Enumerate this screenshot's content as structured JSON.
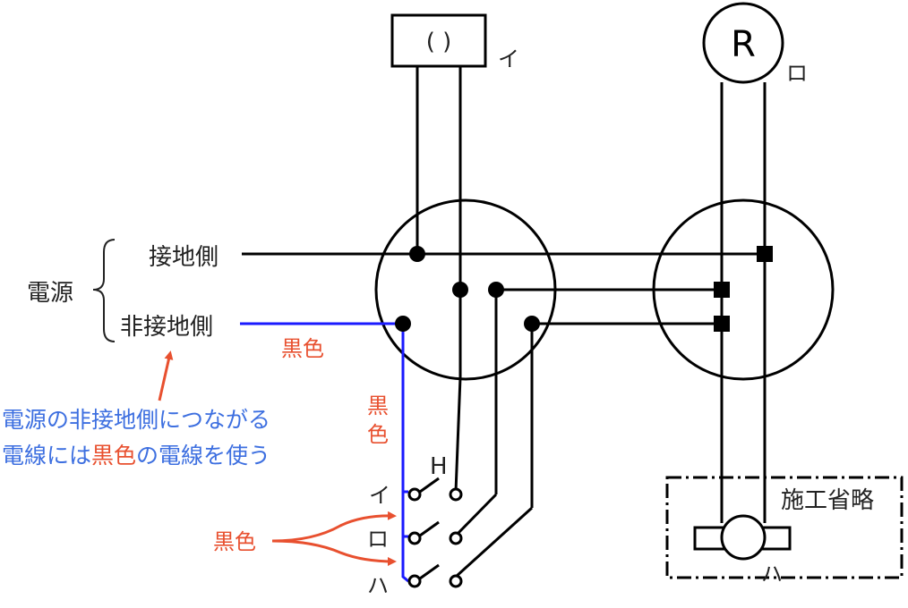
{
  "colors": {
    "black_wire": "#000000",
    "blue_wire": "#1a1aff",
    "annotation_red": "#e8502f",
    "annotation_blue": "#3d6fe0",
    "text": "#222222"
  },
  "source": {
    "label": "電源",
    "ground_side": "接地側",
    "non_ground_side": "非接地側"
  },
  "lamp_i": {
    "symbol": "( )",
    "tag": "イ"
  },
  "lamp_ro": {
    "symbol": "R",
    "tag": "ロ"
  },
  "switch": {
    "h_label": "H",
    "rows": [
      "イ",
      "ロ",
      "ハ"
    ]
  },
  "wire_color_labels": {
    "horizontal": "黒色",
    "vertical_line1": "黒",
    "vertical_line2": "色",
    "bracket": "黒色"
  },
  "note": {
    "line1": "電源の非接地側につながる",
    "line2_pre": "電線には",
    "line2_highlight": "黒色",
    "line2_post": "の電線を使う"
  },
  "omitted_box": {
    "label": "施工省略",
    "fixture_tag": "ハ"
  }
}
